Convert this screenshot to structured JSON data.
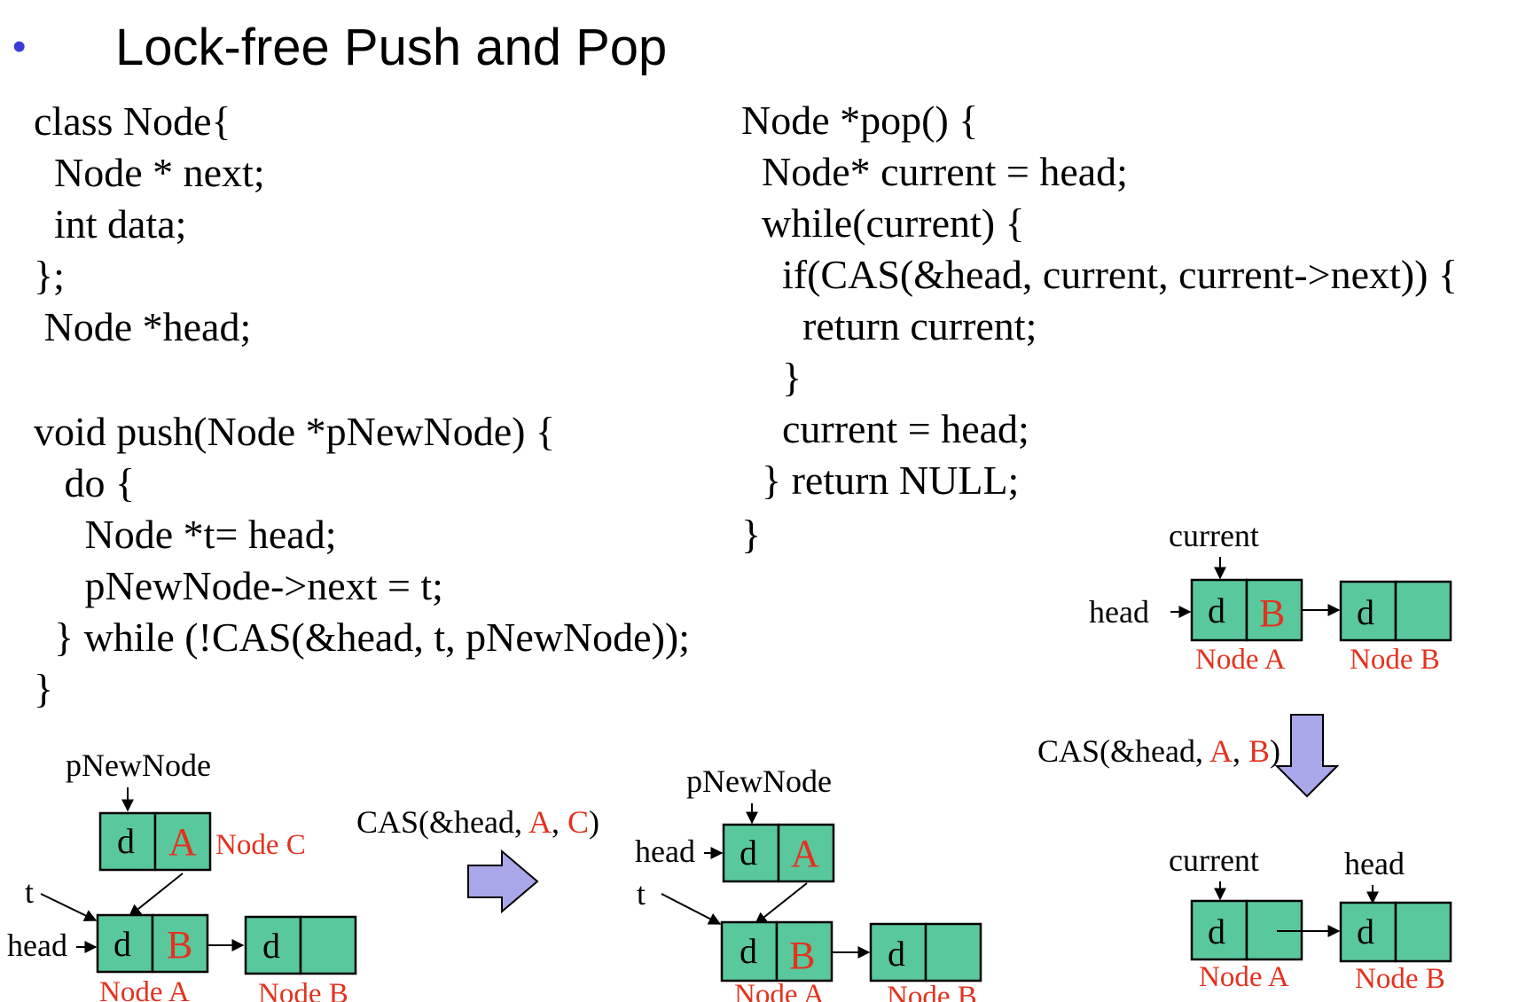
{
  "slide": {
    "bullet": "•",
    "title": "Lock-free Push and Pop"
  },
  "code_left": {
    "lines": [
      "class Node{",
      "  Node * next;",
      "  int data;",
      "};",
      " Node *head;",
      "void push(Node *pNewNode) {",
      "   do {",
      "     Node *t= head;",
      "     pNewNode->next = t;",
      "  } while (!CAS(&head, t, pNewNode));",
      "}"
    ]
  },
  "code_right": {
    "lines": [
      "Node *pop() {",
      "  Node* current = head;",
      "  while(current) {",
      "    if(CAS(&head, current, current->next)) {",
      "      return current;",
      "    }",
      "    current = head;",
      "  } return NULL;",
      "}"
    ]
  },
  "push_before": {
    "pnewnode_label": "pNewNode",
    "t_label": "t",
    "head_label": "head",
    "node_c": {
      "data": "d",
      "ptr": "A",
      "name": "Node C"
    },
    "node_a": {
      "data": "d",
      "ptr": "B",
      "name": "Node A"
    },
    "node_b": {
      "data": "d",
      "ptr": "",
      "name": "Node B"
    }
  },
  "push_op": {
    "prefix": "CAS(&head, ",
    "arg1": "A",
    "sep": ", ",
    "arg2": "C",
    "suffix": ")"
  },
  "push_after": {
    "pnewnode_label": "pNewNode",
    "head_label": "head",
    "t_label": "t",
    "node_c": {
      "data": "d",
      "ptr": "A"
    },
    "node_a": {
      "data": "d",
      "ptr": "B",
      "name": "Node A"
    },
    "node_b": {
      "data": "d",
      "ptr": "",
      "name": "Node B"
    }
  },
  "pop_before": {
    "current_label": "current",
    "head_label": "head",
    "node_a": {
      "data": "d",
      "ptr": "B",
      "name": "Node A"
    },
    "node_b": {
      "data": "d",
      "ptr": "",
      "name": "Node B"
    }
  },
  "pop_op": {
    "prefix": "CAS(&head, ",
    "arg1": "A",
    "sep": ", ",
    "arg2": "B",
    "suffix": ")"
  },
  "pop_after": {
    "current_label": "current",
    "head_label": "head",
    "node_a": {
      "data": "d",
      "ptr": "",
      "name": "Node A"
    },
    "node_b": {
      "data": "d",
      "ptr": "",
      "name": "Node B"
    }
  },
  "colors": {
    "node_fill": "#5ac89d",
    "label_red": "#e3321f",
    "arrow_fill": "#a9a6ea",
    "bullet": "#3b3bd9"
  }
}
